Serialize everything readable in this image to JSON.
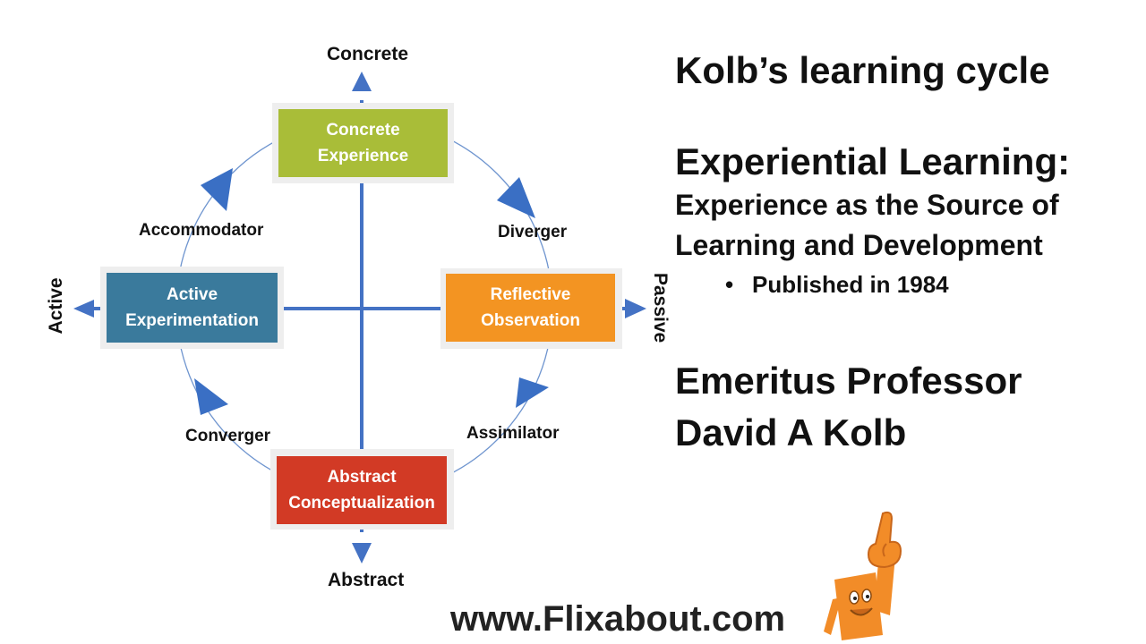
{
  "diagram": {
    "stages": {
      "top": "Concrete\nExperience",
      "right": "Reflective\nObservation",
      "bottom": "Abstract\nConceptualization",
      "left": "Active\nExperimentation"
    },
    "axes": {
      "top": "Concrete",
      "bottom": "Abstract",
      "left": "Active",
      "right": "Passive"
    },
    "styles": {
      "top_left": "Accommodator",
      "top_right": "Diverger",
      "bottom_right": "Assimilator",
      "bottom_left": "Converger"
    },
    "colors": {
      "concrete_experience": "#a9bd38",
      "reflective_observation": "#f39422",
      "abstract_conceptualization": "#d23a25",
      "active_experimentation": "#3a7a9c",
      "axis": "#4472c4",
      "cycle_arrow": "#3a6fc4"
    }
  },
  "text": {
    "title": "Kolb’s learning cycle",
    "book_title": "Experiential Learning:",
    "book_subtitle_1": "Experience as the Source of",
    "book_subtitle_2": "Learning and Development",
    "bullet": "Published in 1984",
    "author_1": "Emeritus Professor",
    "author_2": "David A Kolb"
  },
  "footer": {
    "url": "www.Flixabout.com",
    "mascot_color": "#f28c28"
  }
}
